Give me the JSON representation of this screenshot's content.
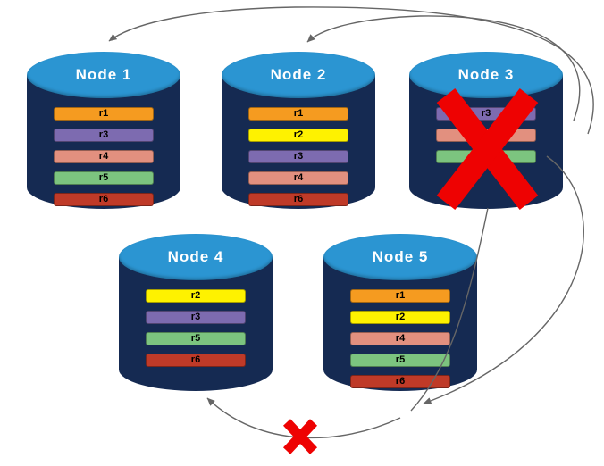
{
  "diagram": {
    "background": "#ffffff",
    "arrow_color": "#666666",
    "failure_color": "#ee0202",
    "cylinder_body_color": "#152a52",
    "cylinder_top_color": "#2b95d2",
    "label_color": "#ffffff"
  },
  "legend": {
    "replica_colors": {
      "r1": "#f59b20",
      "r2": "#fef200",
      "r3": "#7d6bb0",
      "r4": "#e2907f",
      "r5": "#7cc47f",
      "r6": "#bf3a28"
    }
  },
  "nodes": [
    {
      "label": "Node 1",
      "failed": false,
      "replicas": [
        {
          "name": "r1",
          "color": "#f59b20"
        },
        {
          "name": "r3",
          "color": "#7d6bb0"
        },
        {
          "name": "r4",
          "color": "#e2907f"
        },
        {
          "name": "r5",
          "color": "#7cc47f"
        },
        {
          "name": "r6",
          "color": "#bf3a28"
        }
      ]
    },
    {
      "label": "Node 2",
      "failed": false,
      "replicas": [
        {
          "name": "r1",
          "color": "#f59b20"
        },
        {
          "name": "r2",
          "color": "#fef200"
        },
        {
          "name": "r3",
          "color": "#7d6bb0"
        },
        {
          "name": "r4",
          "color": "#e2907f"
        },
        {
          "name": "r6",
          "color": "#bf3a28"
        }
      ]
    },
    {
      "label": "Node 3",
      "failed": true,
      "replicas": [
        {
          "name": "r3",
          "color": "#7d6bb0"
        },
        {
          "name": "r4",
          "color": "#e2907f"
        },
        {
          "name": "r5",
          "color": "#7cc47f"
        }
      ]
    },
    {
      "label": "Node 4",
      "failed": false,
      "replicas": [
        {
          "name": "r2",
          "color": "#fef200"
        },
        {
          "name": "r3",
          "color": "#7d6bb0"
        },
        {
          "name": "r5",
          "color": "#7cc47f"
        },
        {
          "name": "r6",
          "color": "#bf3a28"
        }
      ]
    },
    {
      "label": "Node 5",
      "failed": false,
      "replicas": [
        {
          "name": "r1",
          "color": "#f59b20"
        },
        {
          "name": "r2",
          "color": "#fef200"
        },
        {
          "name": "r4",
          "color": "#e2907f"
        },
        {
          "name": "r5",
          "color": "#7cc47f"
        },
        {
          "name": "r6",
          "color": "#bf3a28"
        }
      ]
    }
  ]
}
